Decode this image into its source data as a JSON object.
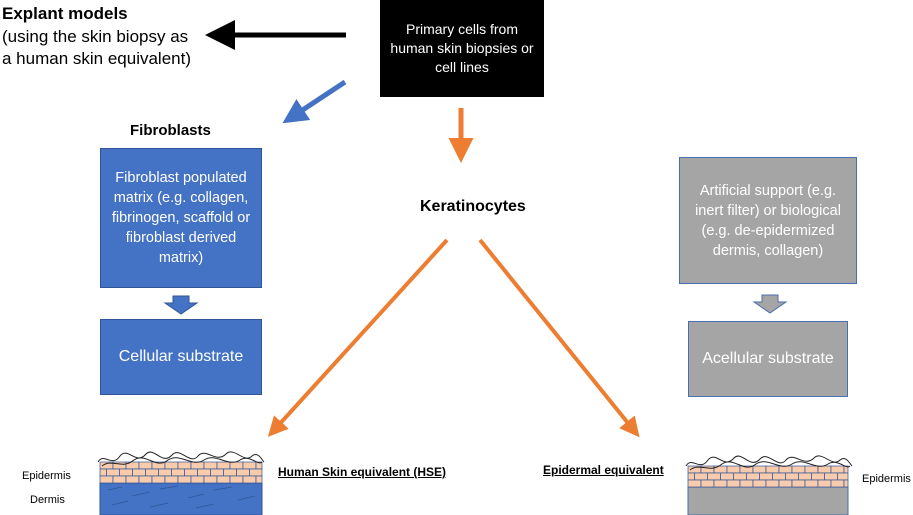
{
  "explant": {
    "title": "Explant models",
    "body": "(using the skin biopsy as a human skin equivalent)"
  },
  "primary": {
    "text": "Primary cells from human skin biopsies or cell lines"
  },
  "fibroblasts": {
    "title": "Fibroblasts",
    "matrix": "Fibroblast populated matrix (e.g. collagen, fibrinogen, scaffold or fibroblast derived matrix)",
    "substrate": "Cellular substrate"
  },
  "keratinocytes": {
    "title": "Keratinocytes"
  },
  "artificial": {
    "support": "Artificial support (e.g. inert filter) or biological (e.g. de-epidermized dermis, collagen)",
    "substrate": "Acellular substrate"
  },
  "hse": {
    "label": "Human Skin equivalent (HSE)",
    "epidermis": "Epidermis",
    "dermis": "Dermis"
  },
  "epidermal": {
    "label": "Epidermal equivalent",
    "epidermis": "Epidermis"
  },
  "colors": {
    "blue": "#4472c4",
    "orange": "#ed7d31",
    "grey": "#a5a5a5",
    "tile": "#f8cbad",
    "black": "#000000"
  }
}
